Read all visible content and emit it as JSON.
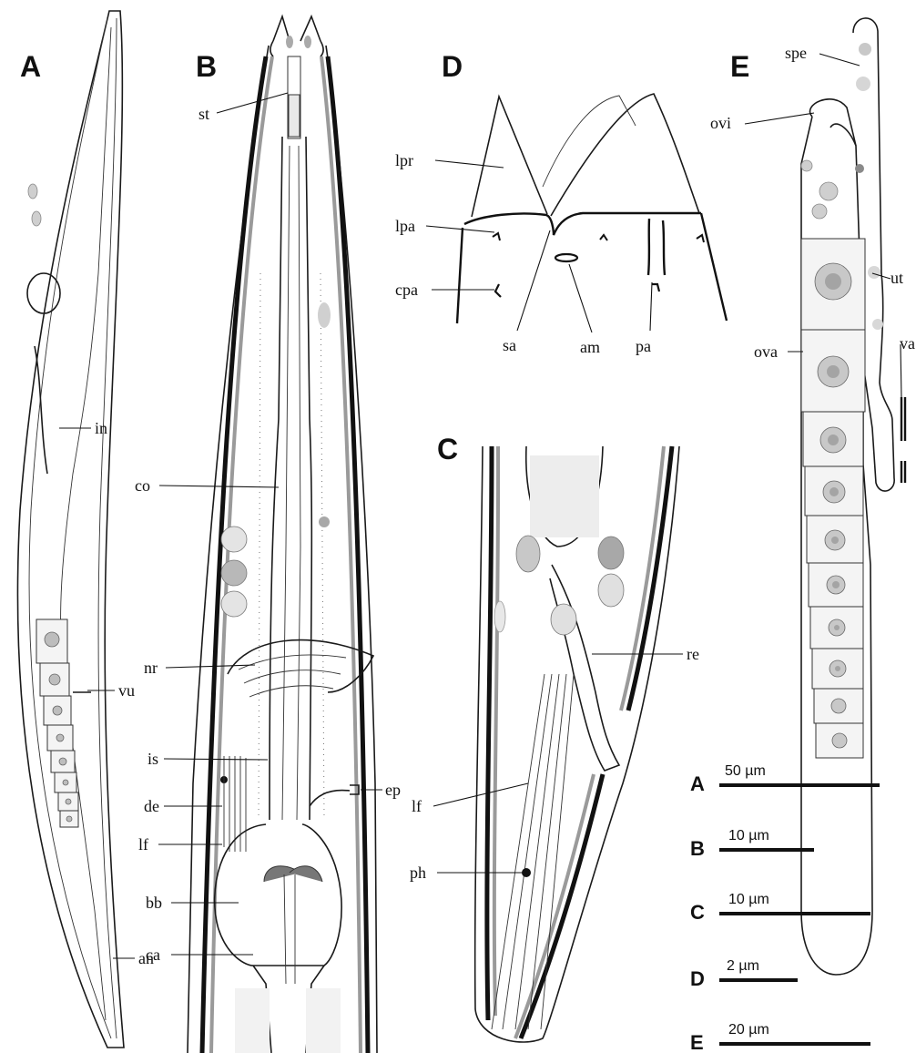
{
  "panels": {
    "A": {
      "letter": "A",
      "labels": {
        "in": "in",
        "vu": "vu",
        "an": "an"
      }
    },
    "B": {
      "letter": "B",
      "labels": {
        "st": "st",
        "co": "co",
        "nr": "nr",
        "is": "is",
        "ep": "ep",
        "de": "de",
        "lf": "lf",
        "bb": "bb",
        "ca": "ca"
      }
    },
    "C": {
      "letter": "C",
      "labels": {
        "re": "re",
        "lf": "lf",
        "ph": "ph"
      }
    },
    "D": {
      "letter": "D",
      "labels": {
        "lpr": "lpr",
        "lpa": "lpa",
        "cpa": "cpa",
        "sa": "sa",
        "am": "am",
        "pa": "pa"
      }
    },
    "E": {
      "letter": "E",
      "labels": {
        "spe": "spe",
        "ovi": "ovi",
        "ut": "ut",
        "va": "va",
        "ova": "ova"
      }
    }
  },
  "scale_bars": [
    {
      "panel": "A",
      "label": "50 µm"
    },
    {
      "panel": "B",
      "label": "10 µm"
    },
    {
      "panel": "C",
      "label": "10 µm"
    },
    {
      "panel": "D",
      "label": "2 µm"
    },
    {
      "panel": "E",
      "label": "20 µm"
    }
  ],
  "colors": {
    "ink": "#111111",
    "cuticle_grey": "#9a9a9a",
    "nucleus_grey": "#c8c8c8"
  }
}
